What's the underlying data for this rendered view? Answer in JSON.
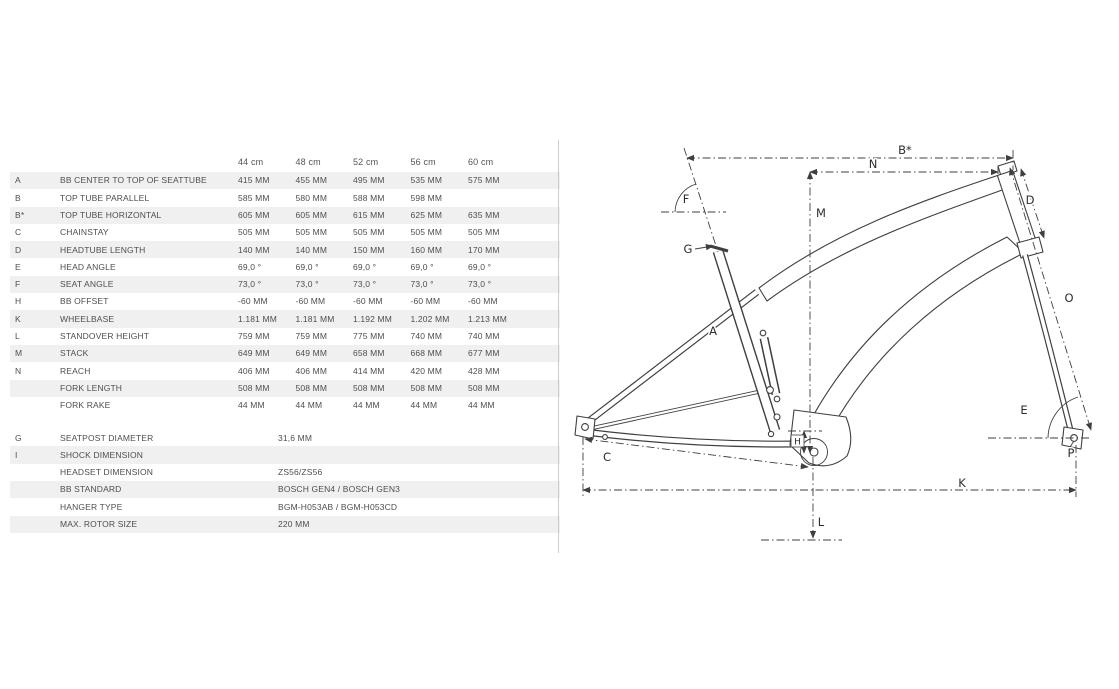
{
  "table": {
    "size_headers": [
      "44 cm",
      "48 cm",
      "52 cm",
      "56 cm",
      "60 cm"
    ],
    "rows": [
      {
        "key": "A",
        "label": "BB CENTER TO TOP OF SEATTUBE",
        "values": [
          "415 MM",
          "455 MM",
          "495 MM",
          "535 MM",
          "575 MM"
        ]
      },
      {
        "key": "B",
        "label": "TOP TUBE PARALLEL",
        "values": [
          "585 MM",
          "580 MM",
          "588 MM",
          "598 MM",
          ""
        ]
      },
      {
        "key": "B*",
        "label": "TOP TUBE HORIZONTAL",
        "values": [
          "605 MM",
          "605 MM",
          "615 MM",
          "625 MM",
          "635 MM"
        ]
      },
      {
        "key": "C",
        "label": "CHAINSTAY",
        "values": [
          "505 MM",
          "505 MM",
          "505 MM",
          "505 MM",
          "505 MM"
        ]
      },
      {
        "key": "D",
        "label": "HEADTUBE LENGTH",
        "values": [
          "140 MM",
          "140 MM",
          "150 MM",
          "160 MM",
          "170 MM"
        ]
      },
      {
        "key": "E",
        "label": "HEAD ANGLE",
        "values": [
          "69,0 °",
          "69,0 °",
          "69,0 °",
          "69,0 °",
          "69,0 °"
        ]
      },
      {
        "key": "F",
        "label": "SEAT ANGLE",
        "values": [
          "73,0 °",
          "73,0 °",
          "73,0 °",
          "73,0 °",
          "73,0 °"
        ]
      },
      {
        "key": "H",
        "label": "BB OFFSET",
        "values": [
          "-60 MM",
          "-60 MM",
          "-60 MM",
          "-60 MM",
          "-60 MM"
        ]
      },
      {
        "key": "K",
        "label": "WHEELBASE",
        "values": [
          "1.181 MM",
          "1.181 MM",
          "1.192 MM",
          "1.202 MM",
          "1.213 MM"
        ]
      },
      {
        "key": "L",
        "label": "STANDOVER HEIGHT",
        "values": [
          "759 MM",
          "759 MM",
          "775 MM",
          "740 MM",
          "740 MM"
        ]
      },
      {
        "key": "M",
        "label": "STACK",
        "values": [
          "649 MM",
          "649 MM",
          "658 MM",
          "668 MM",
          "677 MM"
        ]
      },
      {
        "key": "N",
        "label": "REACH",
        "values": [
          "406 MM",
          "406 MM",
          "414 MM",
          "420 MM",
          "428 MM"
        ]
      },
      {
        "key": "",
        "label": "FORK LENGTH",
        "values": [
          "508 MM",
          "508 MM",
          "508 MM",
          "508 MM",
          "508 MM"
        ]
      },
      {
        "key": "",
        "label": "FORK RAKE",
        "values": [
          "44 MM",
          "44 MM",
          "44 MM",
          "44 MM",
          "44 MM"
        ]
      }
    ],
    "spec_rows": [
      {
        "key": "G",
        "label": "SEATPOST DIAMETER",
        "value": "31,6 MM"
      },
      {
        "key": "I",
        "label": "SHOCK DIMENSION",
        "value": ""
      },
      {
        "key": "",
        "label": "HEADSET DIMENSION",
        "value": "ZS56/ZS56"
      },
      {
        "key": "",
        "label": "BB STANDARD",
        "value": "BOSCH GEN4 / BOSCH GEN3"
      },
      {
        "key": "",
        "label": "HANGER TYPE",
        "value": "BGM-H053AB / BGM-H053CD"
      },
      {
        "key": "",
        "label": "MAX. ROTOR SIZE",
        "value": "220 MM"
      }
    ]
  },
  "diagram": {
    "labels": {
      "b_star": "B*",
      "n": "N",
      "m": "M",
      "f": "F",
      "g": "G",
      "a": "A",
      "d": "D",
      "o": "O",
      "e": "E",
      "p": "P",
      "h": "H",
      "c": "C",
      "k": "K",
      "l": "L"
    }
  },
  "colors": {
    "stripe": "#f0f0f0",
    "table_text": "#4e4e4e",
    "line": "#3f3f3f"
  }
}
